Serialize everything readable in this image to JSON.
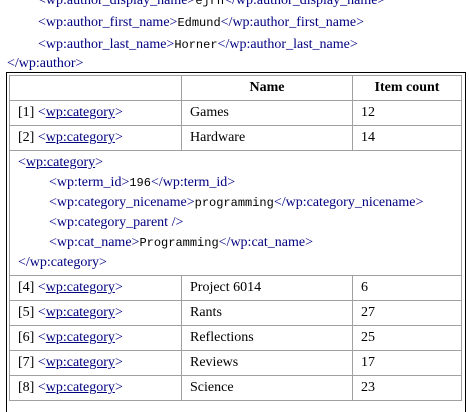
{
  "header_lines": [
    {
      "open": "<wp:author_display_name>",
      "value": "ejrh",
      "close": "</wp:author_display_name>"
    },
    {
      "open": "<wp:author_first_name>",
      "value": "Edmund",
      "close": "</wp:author_first_name>"
    },
    {
      "open": "<wp:author_last_name>",
      "value": "Horner",
      "close": "</wp:author_last_name>"
    }
  ],
  "author_close": "</wp:author>",
  "table": {
    "headers": [
      "",
      "Name",
      "Item count"
    ],
    "rows_before": [
      {
        "index": "[1]",
        "lt": "<",
        "tag": "wp:category",
        "gt": ">",
        "name": "Games",
        "count": "12"
      },
      {
        "index": "[2]",
        "lt": "<",
        "tag": "wp:category",
        "gt": ">",
        "name": "Hardware",
        "count": "14"
      }
    ],
    "expanded": {
      "open_lt": "<",
      "open_tag": "wp:category",
      "open_gt": ">",
      "lines": [
        {
          "open": "<wp:term_id>",
          "value": "196",
          "close": "</wp:term_id>"
        },
        {
          "open": "<wp:category_nicename>",
          "value": "programming",
          "close": "</wp:category_nicename>"
        },
        {
          "open": "<wp:category_parent />",
          "value": "",
          "close": ""
        },
        {
          "open": "<wp:cat_name>",
          "value": "Programming",
          "close": "</wp:cat_name>"
        }
      ],
      "close": "</wp:category>"
    },
    "rows_after": [
      {
        "index": "[4]",
        "lt": "<",
        "tag": "wp:category",
        "gt": ">",
        "name": "Project 6014",
        "count": "6"
      },
      {
        "index": "[5]",
        "lt": "<",
        "tag": "wp:category",
        "gt": ">",
        "name": "Rants",
        "count": "27"
      },
      {
        "index": "[6]",
        "lt": "<",
        "tag": "wp:category",
        "gt": ">",
        "name": "Reflections",
        "count": "25"
      },
      {
        "index": "[7]",
        "lt": "<",
        "tag": "wp:category",
        "gt": ">",
        "name": "Reviews",
        "count": "17"
      },
      {
        "index": "[8]",
        "lt": "<",
        "tag": "wp:category",
        "gt": ">",
        "name": "Science",
        "count": "23"
      }
    ]
  }
}
